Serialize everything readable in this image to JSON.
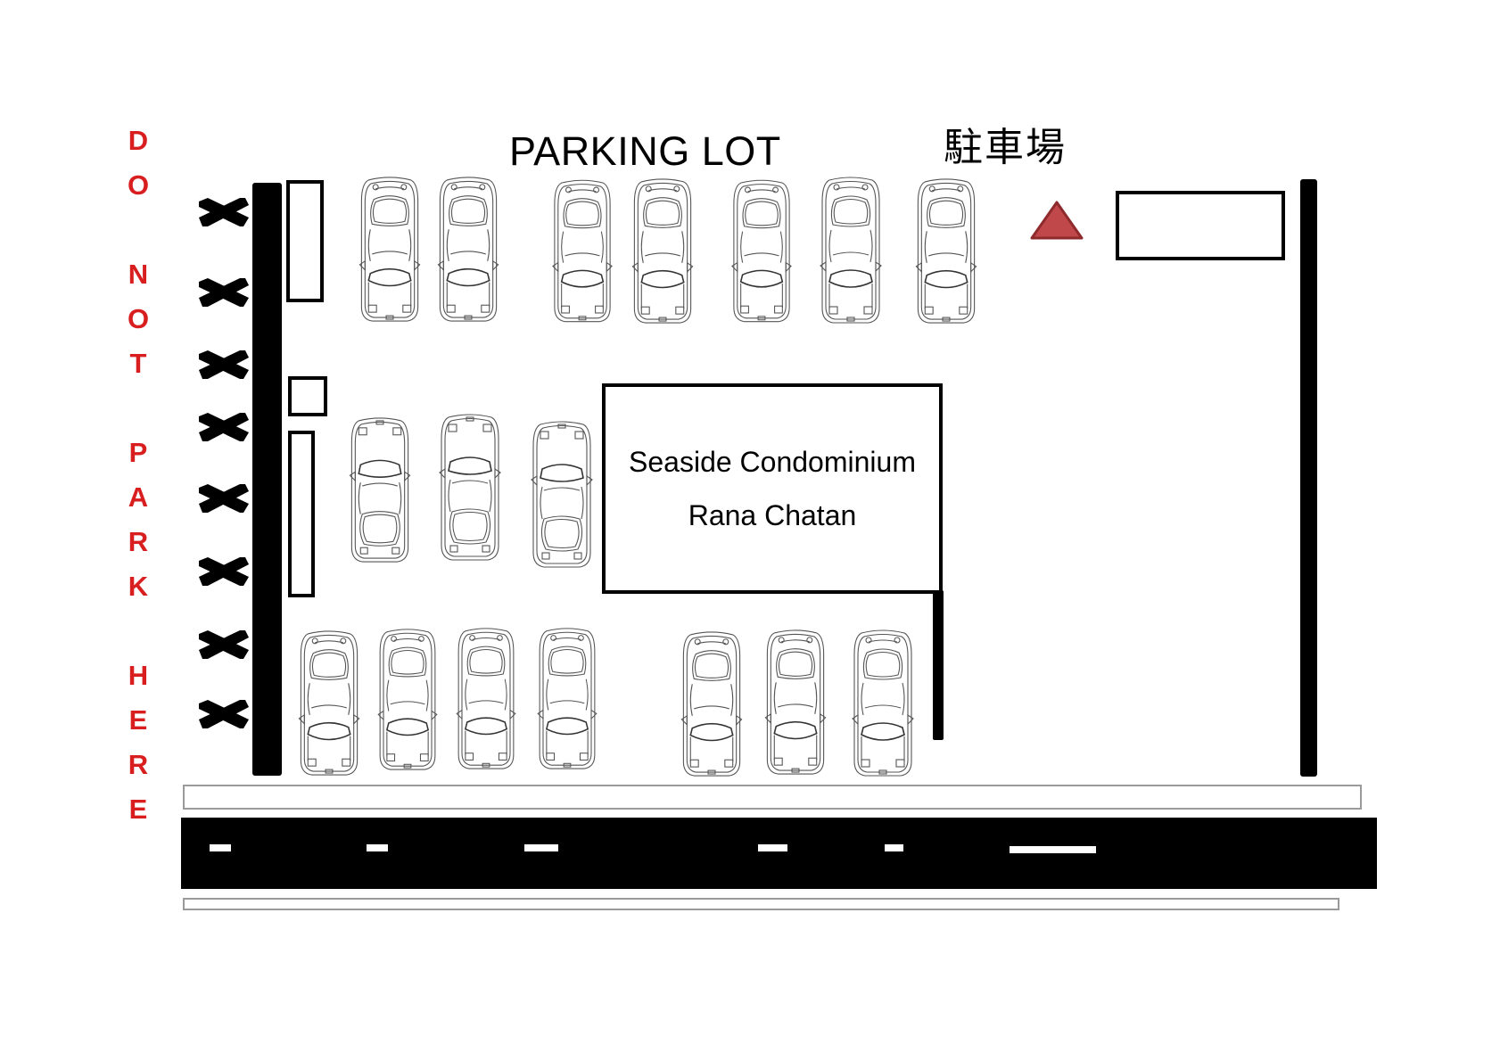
{
  "title": {
    "english": "PARKING LOT",
    "japanese": "駐車場"
  },
  "warning": {
    "text": "DO NOT PARK HERE",
    "letters": [
      "D",
      "O",
      "N",
      "O",
      "T",
      "P",
      "A",
      "R",
      "K",
      "H",
      "E",
      "R",
      "E"
    ],
    "color": "#d81e1e"
  },
  "building": {
    "line1": "Seaside Condominium",
    "line2": "Rana Chatan"
  },
  "marker": {
    "shape": "triangle",
    "color": "#c0484a"
  },
  "counts": {
    "top_row_cars": 7,
    "middle_row_cars": 3,
    "bottom_row_cars": 7,
    "no_parking_x_marks": 8
  }
}
